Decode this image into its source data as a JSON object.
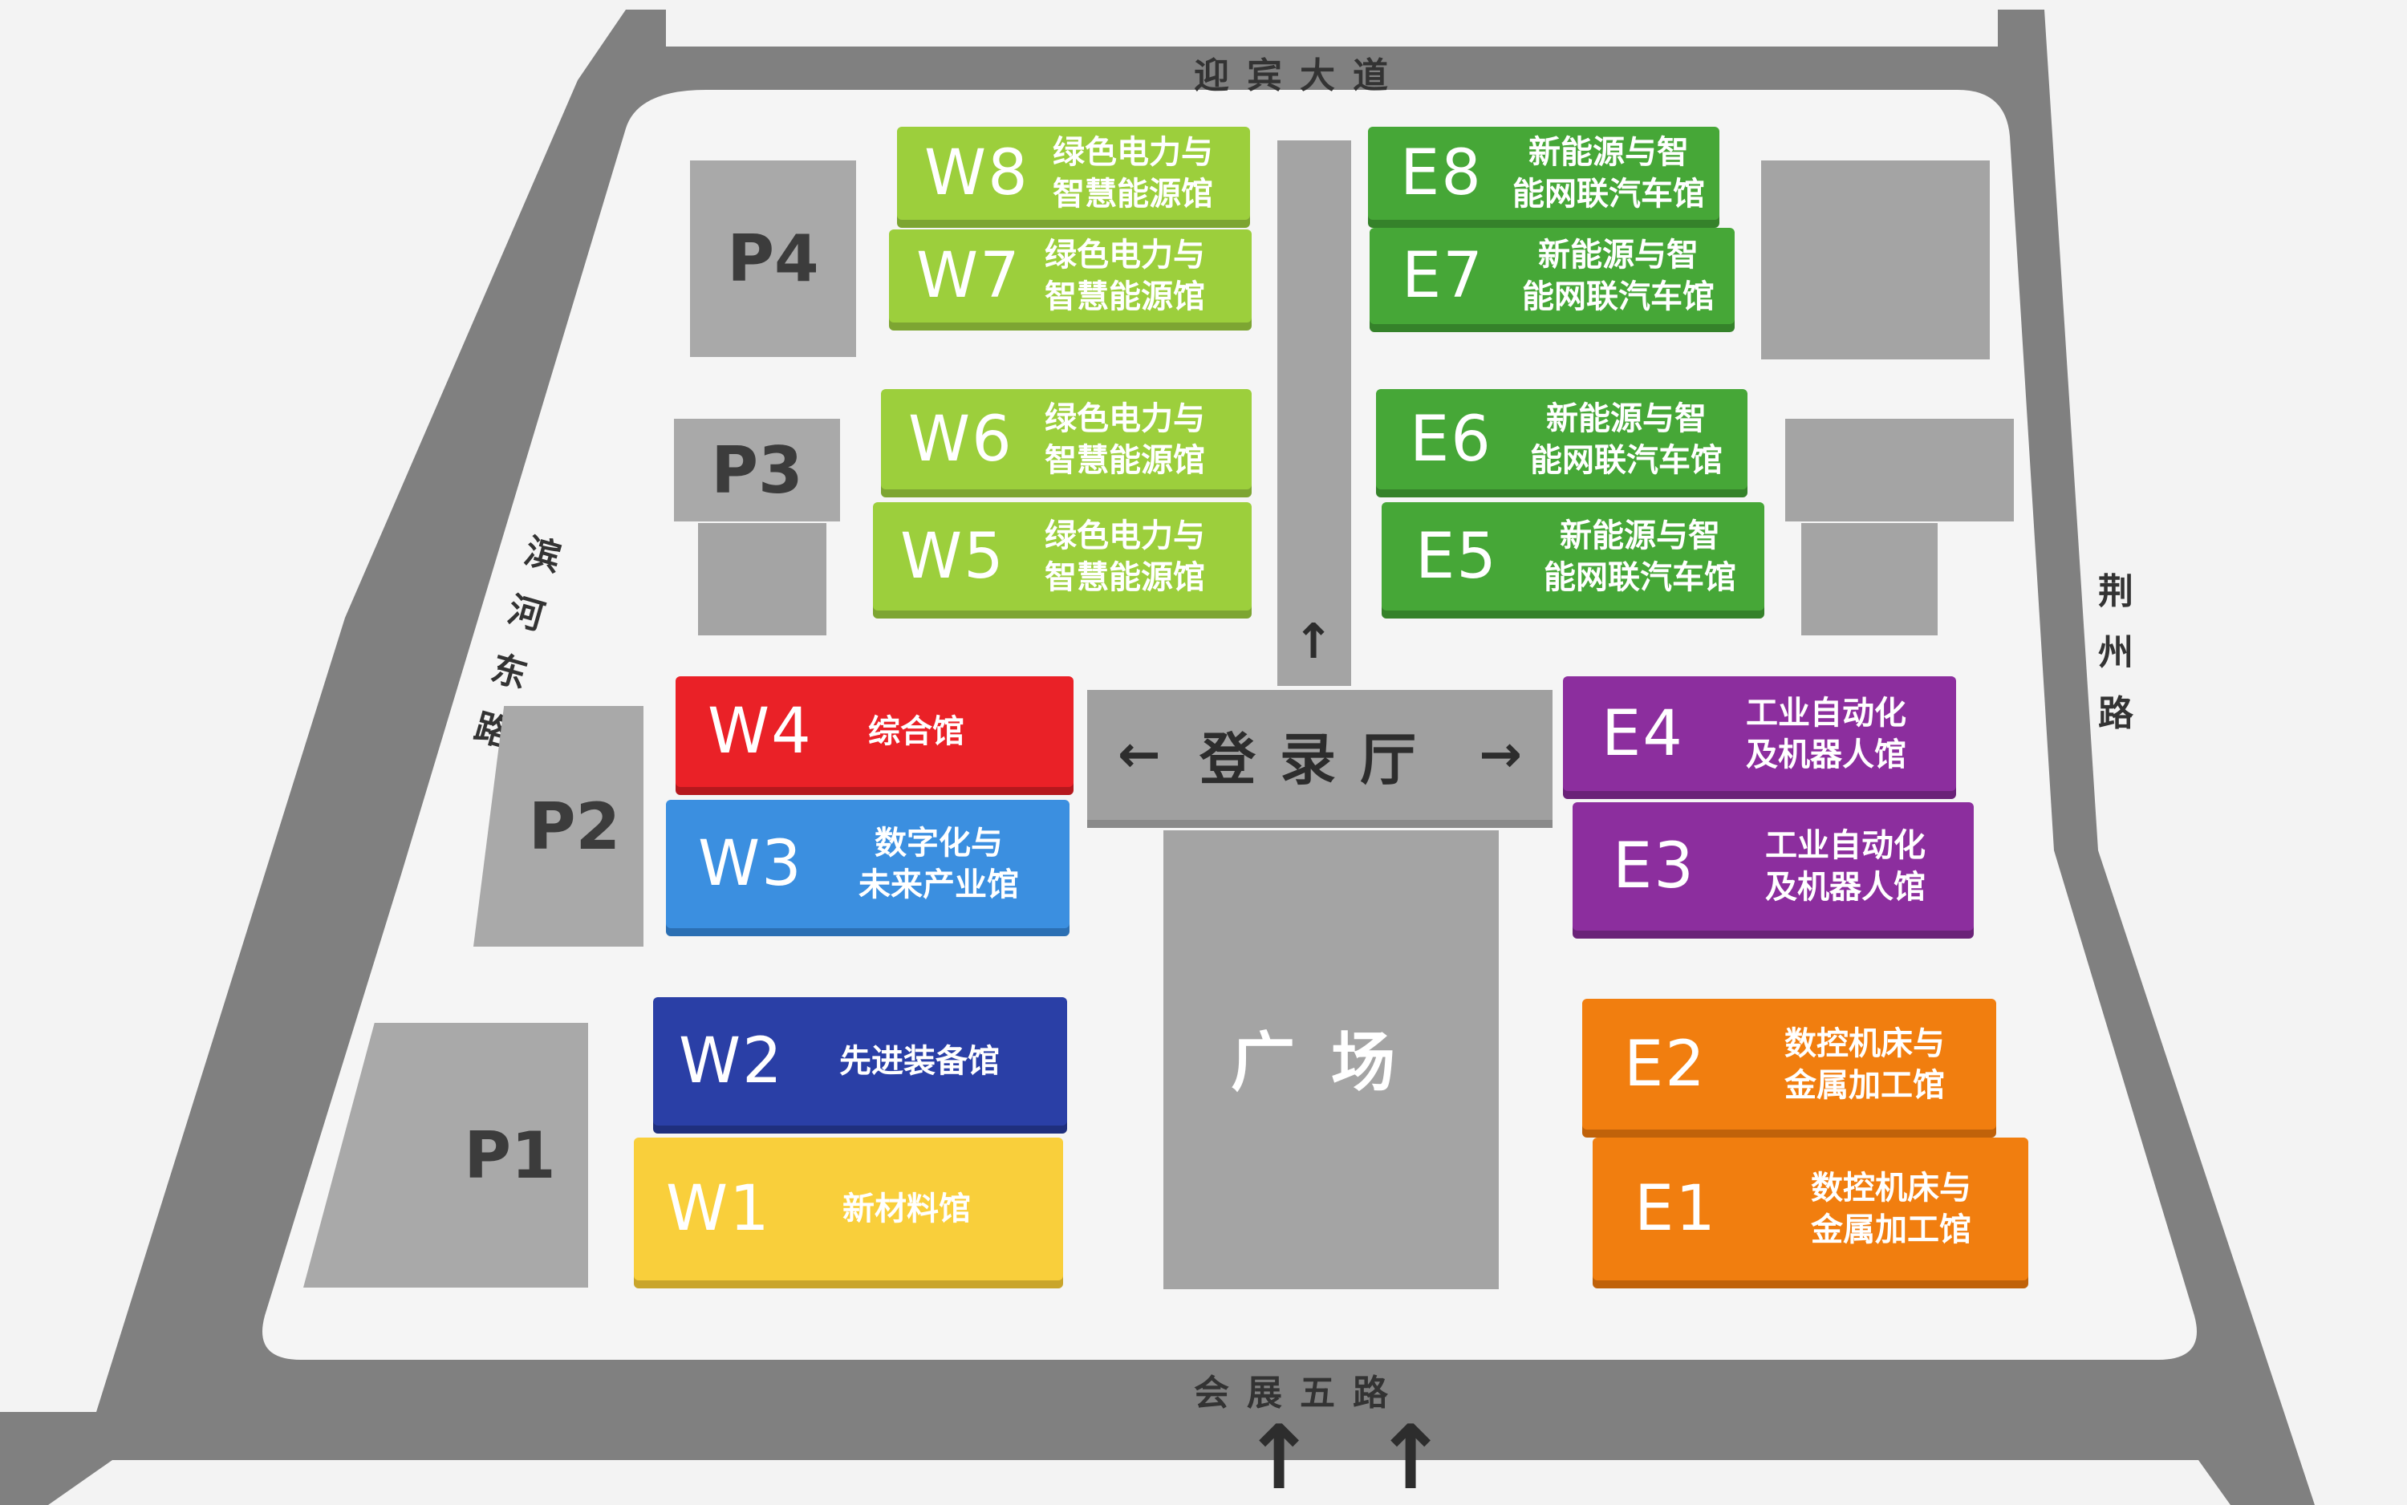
{
  "roads": {
    "north": "迎宾大道",
    "south": "会展五路",
    "west": "滨河东路",
    "east": "荆州路"
  },
  "lobby": {
    "label": "登录厅",
    "left_arrow": "←",
    "right_arrow": "→",
    "up_arrow": "↑"
  },
  "plaza": {
    "label": "广场"
  },
  "entrance_arrows": [
    "↑",
    "↑"
  ],
  "parking": [
    {
      "code": "P1"
    },
    {
      "code": "P2"
    },
    {
      "code": "P3"
    },
    {
      "code": "P4"
    }
  ],
  "halls": {
    "W8": {
      "code": "W8",
      "name": "绿色电力与\n智慧能源馆",
      "color": "#9ccf3c"
    },
    "W7": {
      "code": "W7",
      "name": "绿色电力与\n智慧能源馆",
      "color": "#9ccf3c"
    },
    "W6": {
      "code": "W6",
      "name": "绿色电力与\n智慧能源馆",
      "color": "#9ccf3c"
    },
    "W5": {
      "code": "W5",
      "name": "绿色电力与\n智慧能源馆",
      "color": "#9ccf3c"
    },
    "W4": {
      "code": "W4",
      "name": "综合馆",
      "color": "#ea2127"
    },
    "W3": {
      "code": "W3",
      "name": "数字化与\n未来产业馆",
      "color": "#3b8fe0"
    },
    "W2": {
      "code": "W2",
      "name": "先进装备馆",
      "color": "#2a3fa6"
    },
    "W1": {
      "code": "W1",
      "name": "新材料馆",
      "color": "#f9cf3b"
    },
    "E8": {
      "code": "E8",
      "name": "新能源与智\n能网联汽车馆",
      "color": "#46a737"
    },
    "E7": {
      "code": "E7",
      "name": "新能源与智\n能网联汽车馆",
      "color": "#46a737"
    },
    "E6": {
      "code": "E6",
      "name": "新能源与智\n能网联汽车馆",
      "color": "#46a737"
    },
    "E5": {
      "code": "E5",
      "name": "新能源与智\n能网联汽车馆",
      "color": "#46a737"
    },
    "E4": {
      "code": "E4",
      "name": "工业自动化\n及机器人馆",
      "color": "#8c2e9e"
    },
    "E3": {
      "code": "E3",
      "name": "工业自动化\n及机器人馆",
      "color": "#8c2e9e"
    },
    "E2": {
      "code": "E2",
      "name": "数控机床与\n金属加工馆",
      "color": "#f17e0f"
    },
    "E1": {
      "code": "E1",
      "name": "数控机床与\n金属加工馆",
      "color": "#f17e0f"
    }
  }
}
